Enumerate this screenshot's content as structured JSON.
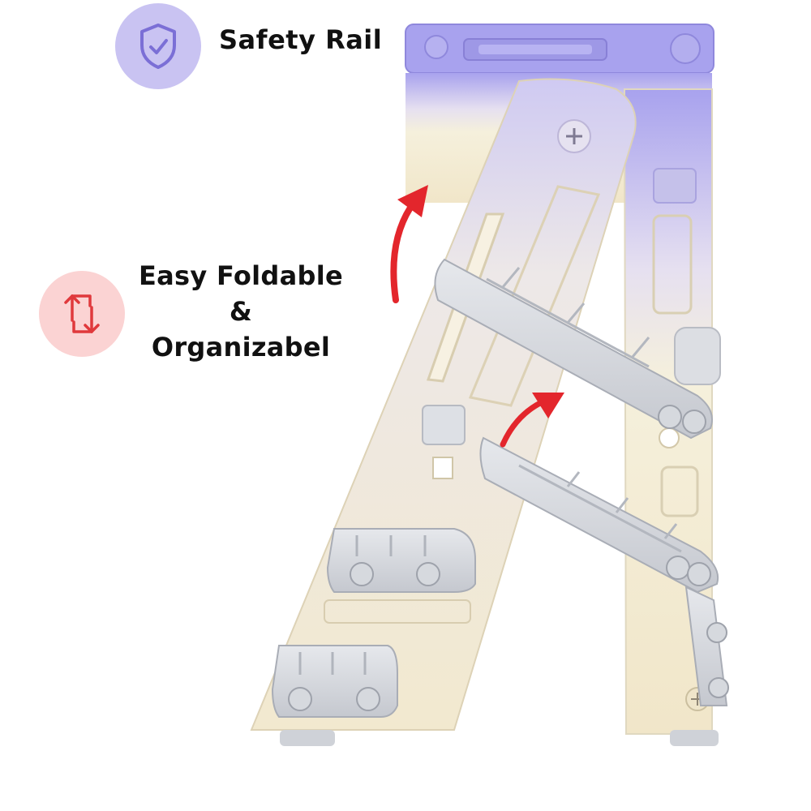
{
  "features": [
    {
      "label": "Safety Rail",
      "icon": "shield-check-icon",
      "badge_color": "#c9c3f2",
      "icon_color": "#7b6fd6"
    },
    {
      "label_lines": [
        "Easy Foldable",
        "&",
        "Organizabel"
      ],
      "icon": "rotate-arrows-icon",
      "badge_color": "#fbd3d3",
      "icon_color": "#e0393c"
    }
  ],
  "colors": {
    "ladder_body": "#f3ecd6",
    "rail_highlight": "#a8a2ee",
    "step": "#d9dbe0",
    "arrow": "#e3262c"
  }
}
